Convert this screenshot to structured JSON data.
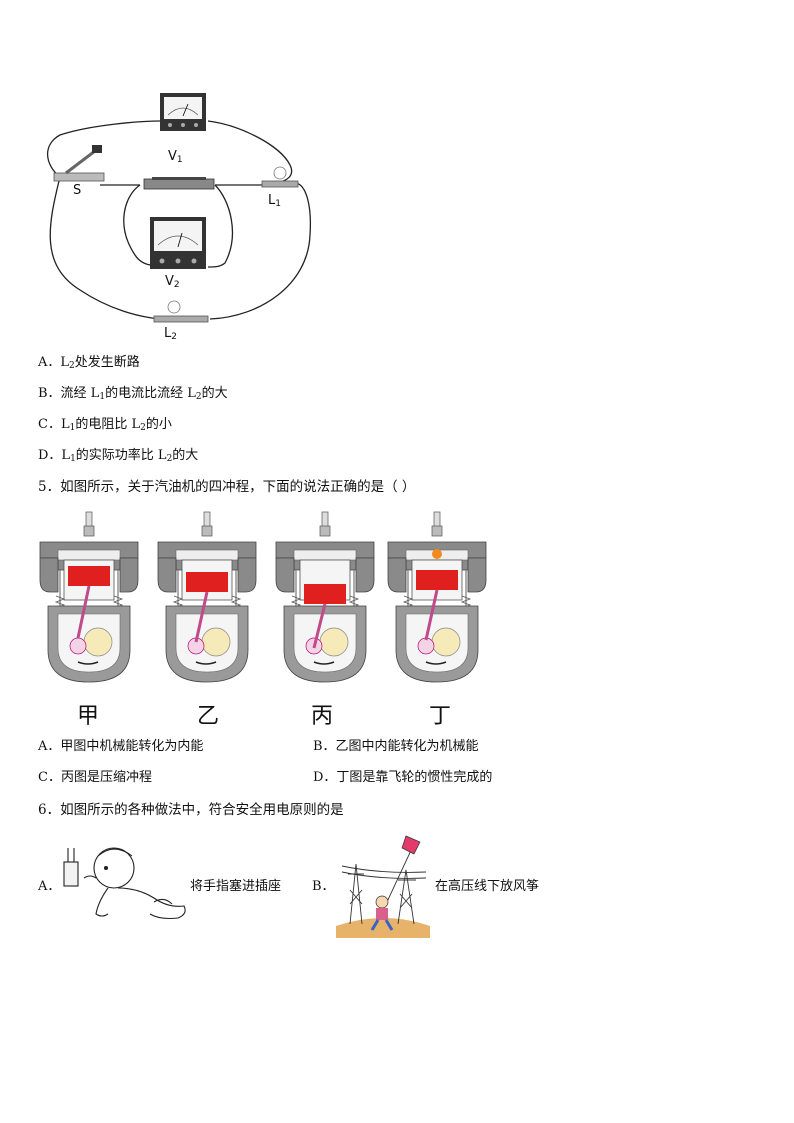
{
  "circuit": {
    "labels": {
      "v1": "V",
      "v1_sub": "1",
      "v2": "V",
      "v2_sub": "2",
      "s": "S",
      "l1": "L",
      "l1_sub": "1",
      "l2": "L",
      "l2_sub": "2"
    }
  },
  "q4_options": [
    {
      "pre": "A．L",
      "s1": "2",
      "mid": "处发生断路",
      "s2": "",
      "post": ""
    },
    {
      "pre": "B．流经 L",
      "s1": "1",
      "mid": "的电流比流经 L",
      "s2": "2",
      "post": "的大"
    },
    {
      "pre": "C．L",
      "s1": "1",
      "mid": "的电阻比 L",
      "s2": "2",
      "post": "的小"
    },
    {
      "pre": "D．L",
      "s1": "1",
      "mid": "的实际功率比 L",
      "s2": "2",
      "post": "的大"
    }
  ],
  "q5": {
    "question": "5．如图所示，关于汽油机的四冲程，下面的说法正确的是（    ）",
    "engines": [
      "甲",
      "乙",
      "丙",
      "丁"
    ],
    "options": {
      "a": "A．甲图中机械能转化为内能",
      "b": "B．乙图中内能转化为机械能",
      "c": "C．丙图是压缩冲程",
      "d": "D．丁图是靠飞轮的惯性完成的"
    }
  },
  "q6": {
    "question": "6．如图所示的各种做法中，符合安全用电原则的是",
    "a_letter": "A．",
    "a_text": "将手指塞进插座",
    "b_letter": "B．",
    "b_text": "在高压线下放风筝"
  }
}
